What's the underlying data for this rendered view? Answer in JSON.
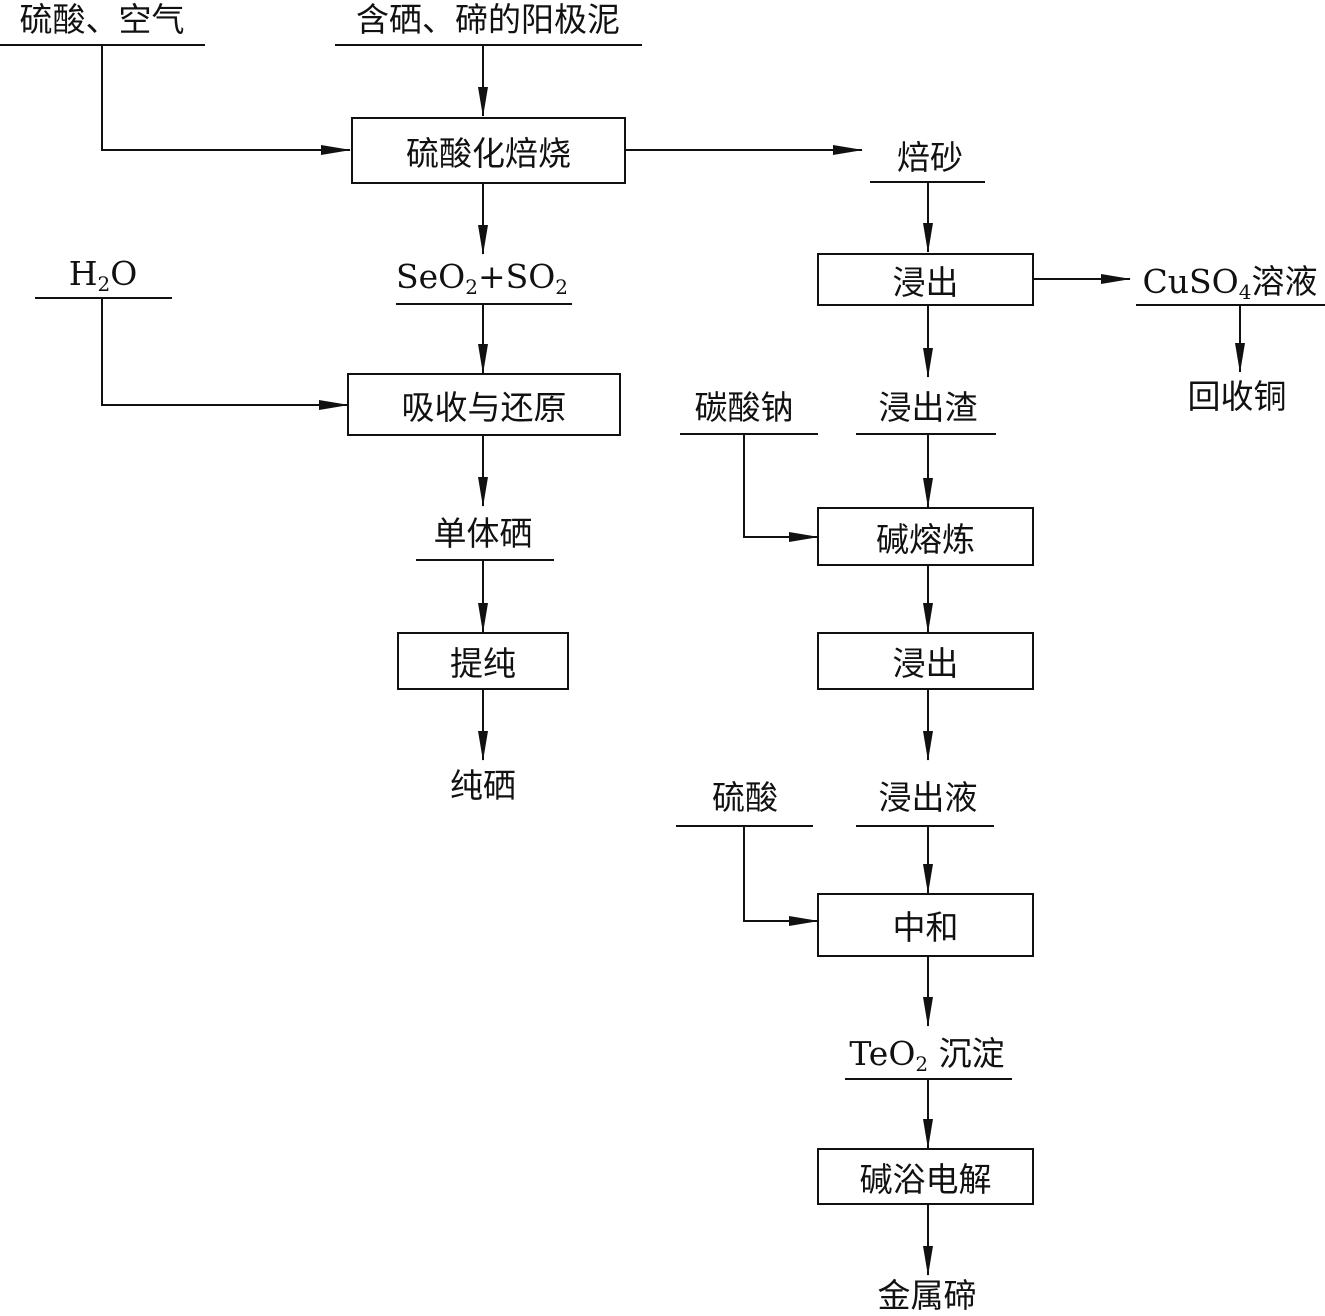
{
  "diagram": {
    "type": "process-flowchart",
    "inputs": {
      "sulfuric_acid_air": "硫酸、空气",
      "anode_slime": "含硒、碲的阳极泥",
      "water": {
        "main": "H",
        "sub": "2",
        "tail": "O"
      },
      "sodium_carbonate": "碳酸钠",
      "sulfuric_acid": "硫酸"
    },
    "processes": {
      "sulfation_roasting": "硫酸化焙烧",
      "absorption_reduction": "吸收与还原",
      "purification": "提纯",
      "leaching_1": "浸出",
      "alkali_smelting": "碱熔炼",
      "leaching_2": "浸出",
      "neutralization": "中和",
      "alkaline_electrolysis": "碱浴电解"
    },
    "intermediates": {
      "calcine": "焙砂",
      "gases": {
        "p1": "SeO",
        "s1": "2",
        "p2": "+SO",
        "s2": "2"
      },
      "elemental_selenium": "单体硒",
      "cuso4_solution": {
        "p1": "CuSO",
        "s1": "4",
        "p2": "溶液"
      },
      "leach_residue": "浸出渣",
      "leach_solution": "浸出液",
      "teo2_precipitate": {
        "p1": "TeO",
        "s1": "2",
        "p2": " 沉淀"
      }
    },
    "outputs": {
      "pure_selenium": "纯硒",
      "copper_recovery": "回收铜",
      "metallic_tellurium": "金属碲"
    }
  }
}
